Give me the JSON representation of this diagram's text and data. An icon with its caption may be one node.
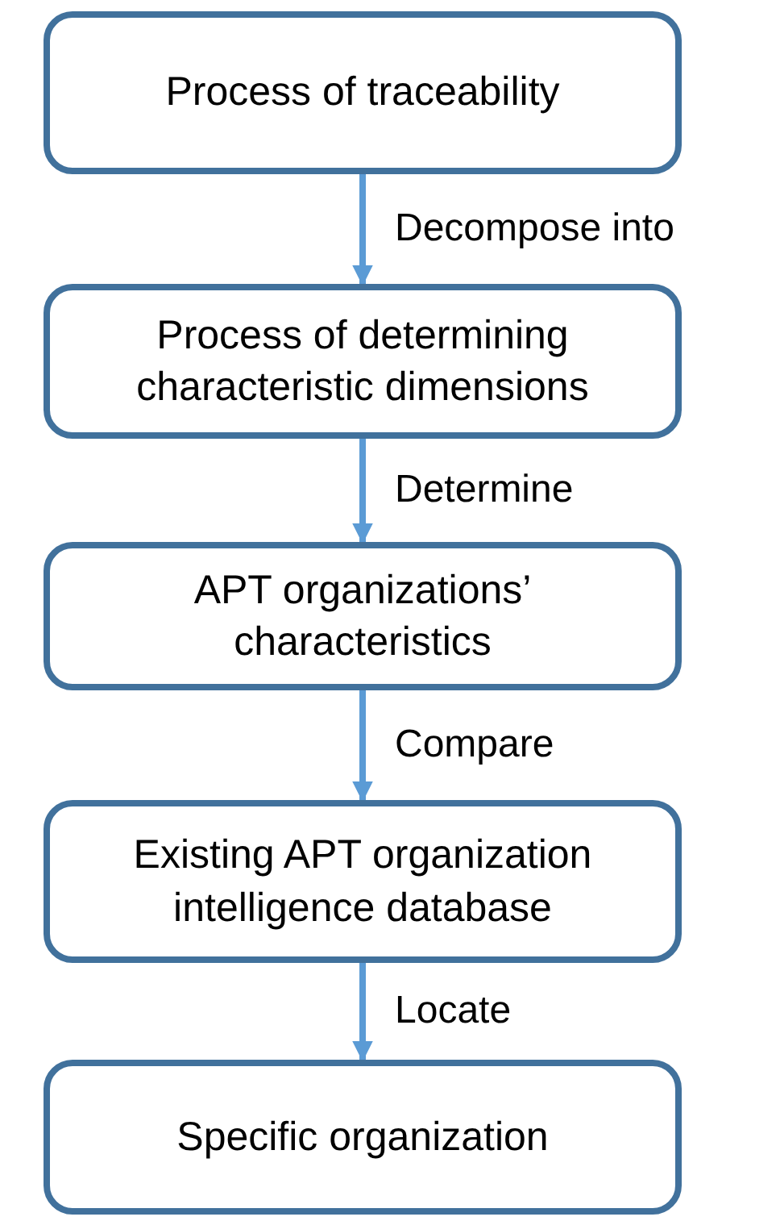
{
  "diagram": {
    "nodes": [
      {
        "text": [
          "Process of traceability"
        ]
      },
      {
        "text": [
          "Process of determining characteristic dimensions"
        ]
      },
      {
        "text": [
          "APT organizations’ characteristics"
        ]
      },
      {
        "text": [
          "Existing APT organization intelligence database"
        ]
      },
      {
        "text": [
          "Specific organization"
        ]
      }
    ],
    "edges": [
      {
        "from": 0,
        "to": 1,
        "arrow": "to",
        "label": "Decompose into"
      },
      {
        "from": 1,
        "to": 2,
        "arrow": "to",
        "label": "Determine"
      },
      {
        "from": 2,
        "to": 3,
        "arrow": "to",
        "label": "Compare"
      },
      {
        "from": 3,
        "to": 4,
        "arrow": "to",
        "label": "Locate"
      }
    ]
  }
}
